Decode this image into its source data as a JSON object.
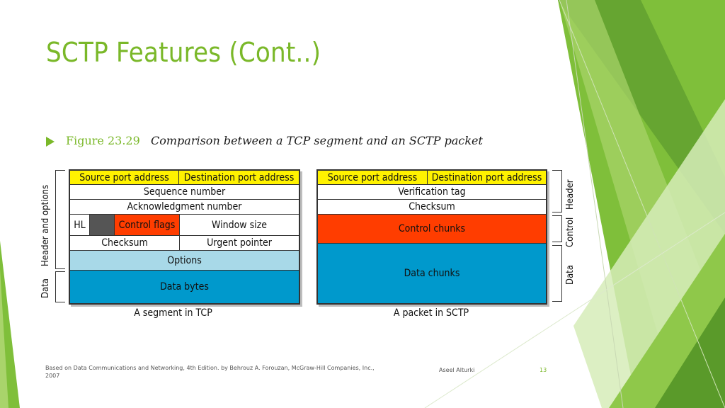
{
  "slide": {
    "title": "SCTP Features (Cont..)",
    "figure_number": "Figure 23.29",
    "figure_caption": "Comparison between a TCP segment and an SCTP packet",
    "colors": {
      "accent": "#7ab829",
      "header_field": "#fff200",
      "control": "#ff3d00",
      "options": "#a8d9e8",
      "data": "#0099cc",
      "reserved": "#555555"
    }
  },
  "tcp": {
    "source_port": "Source port address",
    "dest_port": "Destination port address",
    "sequence": "Sequence number",
    "ack": "Acknowledgment number",
    "hl": "HL",
    "control_flags": "Control flags",
    "window": "Window size",
    "checksum": "Checksum",
    "urgent": "Urgent pointer",
    "options": "Options",
    "data": "Data bytes",
    "caption": "A segment in TCP",
    "label_header": "Header and options",
    "label_data": "Data"
  },
  "sctp": {
    "source_port": "Source port address",
    "dest_port": "Destination port address",
    "verification": "Verification tag",
    "checksum": "Checksum",
    "control_chunks": "Control chunks",
    "data_chunks": "Data chunks",
    "caption": "A packet in SCTP",
    "label_header": "Header",
    "label_control": "Control",
    "label_data": "Data"
  },
  "footer": {
    "source_line1": "Based on Data Communications and Networking, 4th Edition. by Behrouz A. Forouzan,   McGraw-Hill Companies, Inc.,",
    "source_line2": "2007",
    "author": "Aseel Alturki",
    "page": "13"
  }
}
